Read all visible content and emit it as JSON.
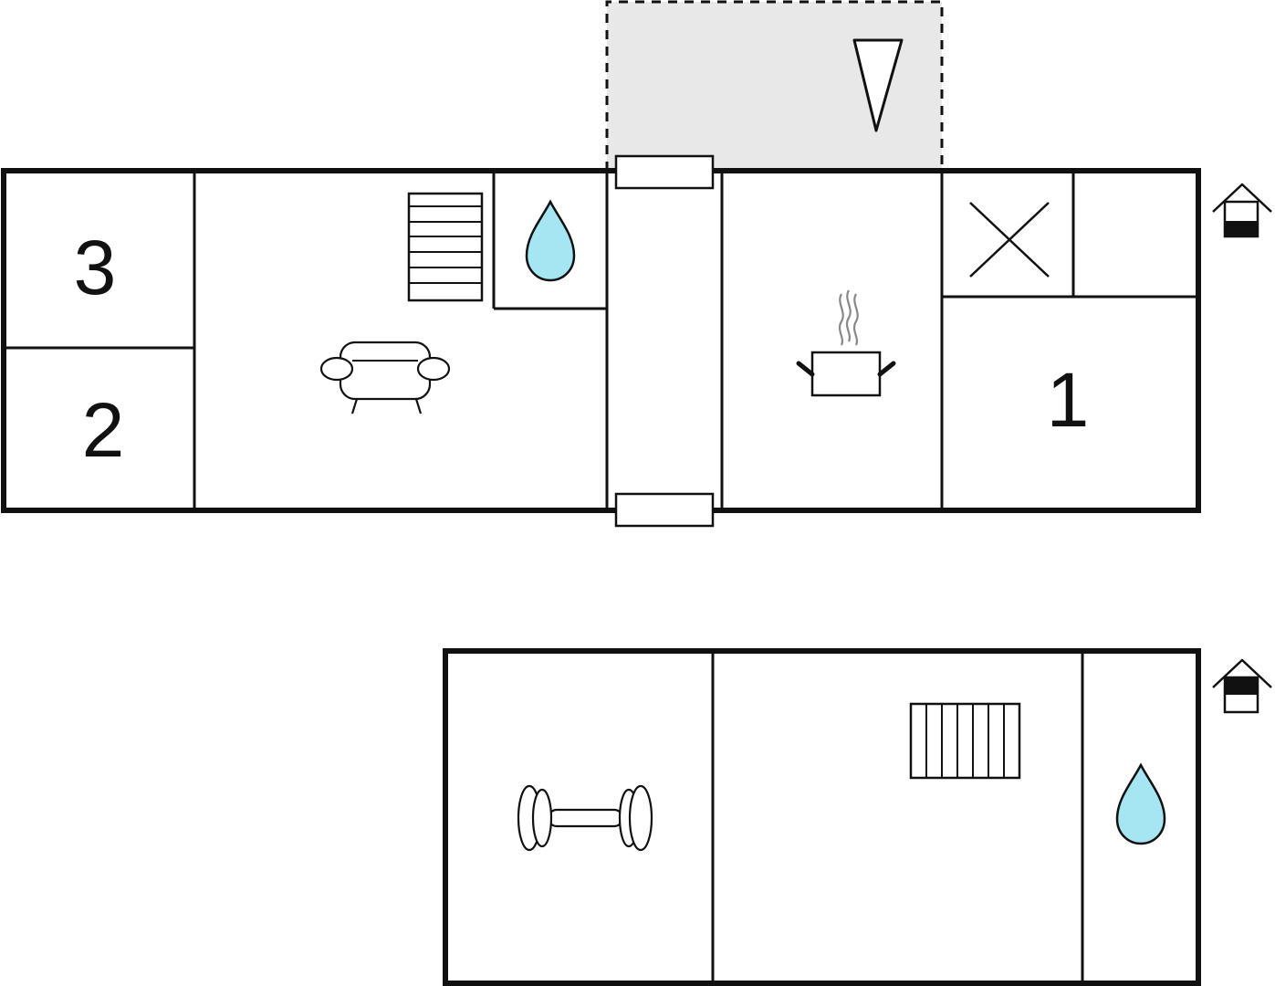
{
  "floor_plan": {
    "upper_floor": {
      "rooms": [
        {
          "label": "3"
        },
        {
          "label": "2"
        },
        {
          "label": "1"
        }
      ],
      "icons": [
        "stairs-icon",
        "water-drop-icon",
        "sofa-icon",
        "cooking-pot-icon",
        "cross-icon",
        "north-arrow-icon",
        "floor-indicator-icon"
      ]
    },
    "lower_floor": {
      "icons": [
        "dumbbell-icon",
        "stairs-icon",
        "water-drop-icon",
        "floor-indicator-icon"
      ]
    },
    "colors": {
      "wall": "#111111",
      "terrace": "#e8e8e8",
      "water": "#a6e6f2"
    }
  }
}
